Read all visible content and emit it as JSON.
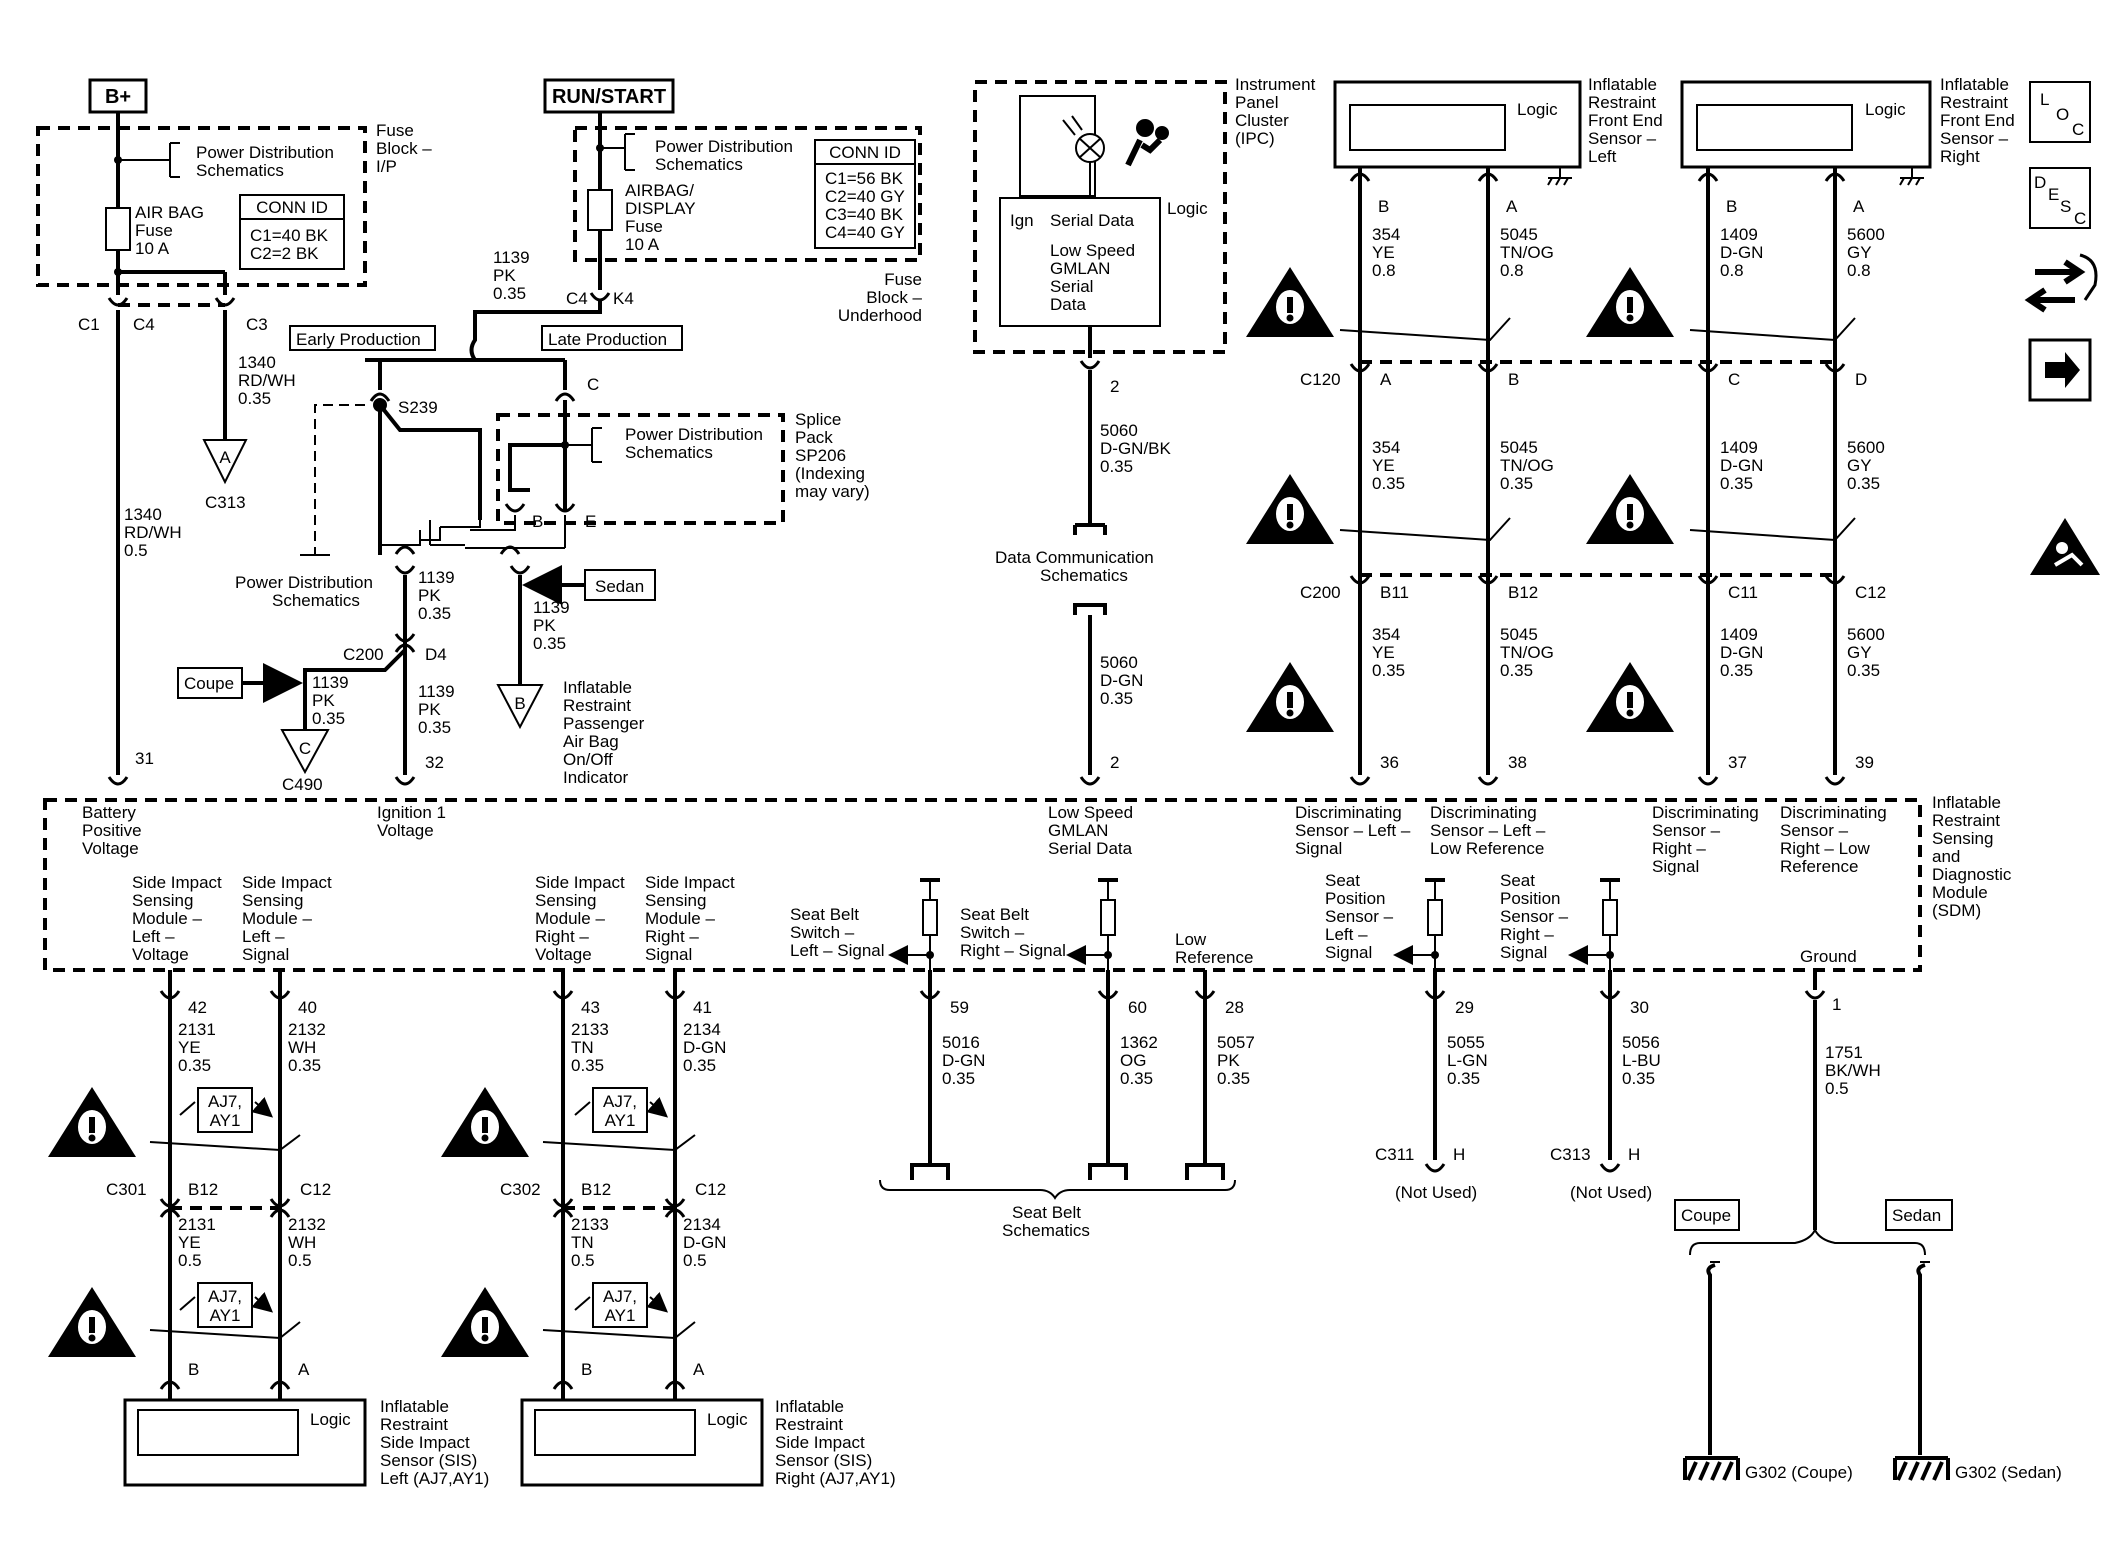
{
  "supply": {
    "bplus": "B+",
    "run_start": "RUN/START"
  },
  "fuse_ip": {
    "title": "Fuse Block – I/P",
    "pd": "Power Distribution Schematics",
    "fuse": "AIR BAG Fuse 10 A",
    "conn_title": "CONN ID",
    "conn": [
      "C1=40 BK",
      "C2=2 BK"
    ]
  },
  "fuse_uh": {
    "title": "Fuse Block – Underhood",
    "pd": "Power Distribution Schematics",
    "fuse": "AIRBAG/ DISPLAY Fuse 10 A",
    "conn_title": "CONN ID",
    "conn": [
      "C1=56 BK",
      "C2=40 GY",
      "C3=40 BK",
      "C4=40 GY"
    ]
  },
  "ipc": {
    "title": "Instrument Panel Cluster (IPC)",
    "logic": "Logic",
    "ign": "Ign",
    "serial": "Serial Data",
    "gmlan": "Low Speed GMLAN Serial Data",
    "pin": "2",
    "wire1": [
      "5060",
      "D-GN/BK",
      "0.35"
    ],
    "dcs": "Data Communication Schematics",
    "wire2": [
      "5060",
      "D-GN",
      "0.35"
    ],
    "sdm_pin": "2"
  },
  "sensors_front": {
    "left_title": "Inflatable Restraint Front End Sensor – Left",
    "right_title": "Inflatable Restraint Front End Sensor – Right",
    "logic": "Logic",
    "conns": {
      "c120": "C120",
      "c200": "C200"
    },
    "wires": [
      {
        "pin": "B",
        "c120": "A",
        "c200": "B11",
        "sdm": "36",
        "t1": [
          "354",
          "YE",
          "0.8"
        ],
        "t2": [
          "354",
          "YE",
          "0.35"
        ],
        "t3": [
          "354",
          "YE",
          "0.35"
        ]
      },
      {
        "pin": "A",
        "c120": "B",
        "c200": "B12",
        "sdm": "38",
        "t1": [
          "5045",
          "TN/OG",
          "0.8"
        ],
        "t2": [
          "5045",
          "TN/OG",
          "0.35"
        ],
        "t3": [
          "5045",
          "TN/OG",
          "0.35"
        ]
      },
      {
        "pin": "B",
        "c120": "C",
        "c200": "C11",
        "sdm": "37",
        "t1": [
          "1409",
          "D-GN",
          "0.8"
        ],
        "t2": [
          "1409",
          "D-GN",
          "0.35"
        ],
        "t3": [
          "1409",
          "D-GN",
          "0.35"
        ]
      },
      {
        "pin": "A",
        "c120": "D",
        "c200": "C12",
        "sdm": "39",
        "t1": [
          "5600",
          "GY",
          "0.8"
        ],
        "t2": [
          "5600",
          "GY",
          "0.35"
        ],
        "t3": [
          "5600",
          "GY",
          "0.35"
        ]
      }
    ]
  },
  "middle": {
    "early": "Early Production",
    "late": "Late Production",
    "wire_k4": [
      "1139",
      "PK",
      "0.35"
    ],
    "c4": "C4",
    "k4": "K4",
    "s239": "S239",
    "splice": "Splice Pack SP206 (Indexing may vary)",
    "splice_pd": "Power Distribution Schematics",
    "pins": {
      "c": "C",
      "b": "B",
      "e": "E"
    },
    "pd_left": "Power Distribution Schematics",
    "w_d4": [
      "1139",
      "PK",
      "0.35"
    ],
    "c200": "C200",
    "d4": "D4",
    "coupe": "Coupe",
    "sedan": "Sedan",
    "w_coupe": [
      "1139",
      "PK",
      "0.35"
    ],
    "w_ign": [
      "1139",
      "PK",
      "0.35"
    ],
    "w_sedan": [
      "1139",
      "PK",
      "0.35"
    ],
    "ind": "Inflatable Restraint Passenger Air Bag On/Off Indicator",
    "c490": "C490",
    "triC": "C",
    "triB": "B",
    "pin32": "32"
  },
  "left_feed": {
    "c1": "C1",
    "c4": "C4",
    "c3": "C3",
    "w_c3": [
      "1340",
      "RD/WH",
      "0.35"
    ],
    "triA": "A",
    "c313": "C313",
    "w_main": [
      "1340",
      "RD/WH",
      "0.5"
    ],
    "pin31": "31"
  },
  "sdm": {
    "title": "Inflatable Restraint Sensing and Diagnostic Module (SDM)",
    "battery": "Battery Positive Voltage",
    "ign1": "Ignition 1 Voltage",
    "gmlan": "Low Speed GMLAN Serial Data",
    "disc": [
      "Discriminating Sensor – Left – Signal",
      "Discriminating Sensor – Left – Low Reference",
      "Discriminating Sensor – Right – Signal",
      "Discriminating Sensor – Right – Low Reference"
    ],
    "sis": [
      "Side Impact Sensing Module – Left – Voltage",
      "Side Impact Sensing Module – Left – Signal",
      "Side Impact Sensing Module – Right – Voltage",
      "Side Impact Sensing Module – Right – Signal"
    ],
    "sb_left": "Seat Belt Switch – Left – Signal",
    "sb_right": "Seat Belt Switch – Right – Signal",
    "low_ref": "Low Reference",
    "seat_left": "Seat Position Sensor – Left – Signal",
    "seat_right": "Seat Position Sensor – Right – Signal",
    "ground": "Ground"
  },
  "bottom": {
    "sis_wires": [
      {
        "pin": "42",
        "w1": [
          "2131",
          "YE",
          "0.35"
        ],
        "cpin": "B12",
        "w2": [
          "2131",
          "YE",
          "0.5"
        ],
        "spin": "B"
      },
      {
        "pin": "40",
        "w1": [
          "2132",
          "WH",
          "0.35"
        ],
        "cpin": "C12",
        "w2": [
          "2132",
          "WH",
          "0.5"
        ],
        "spin": "A"
      },
      {
        "pin": "43",
        "w1": [
          "2133",
          "TN",
          "0.35"
        ],
        "cpin": "B12",
        "w2": [
          "2133",
          "TN",
          "0.5"
        ],
        "spin": "B"
      },
      {
        "pin": "41",
        "w1": [
          "2134",
          "D-GN",
          "0.35"
        ],
        "cpin": "C12",
        "w2": [
          "2134",
          "D-GN",
          "0.5"
        ],
        "spin": "A"
      }
    ],
    "c301": "C301",
    "c302": "C302",
    "option": "AJ7, AY1",
    "sis_left": "Inflatable Restraint Side Impact Sensor (SIS) Left (AJ7,AY1)",
    "sis_right": "Inflatable Restraint Side Impact Sensor (SIS) Right (AJ7,AY1)",
    "logic": "Logic",
    "sb_wires": [
      {
        "pin": "59",
        "w": [
          "5016",
          "D-GN",
          "0.35"
        ]
      },
      {
        "pin": "60",
        "w": [
          "1362",
          "OG",
          "0.35"
        ]
      },
      {
        "pin": "28",
        "w": [
          "5057",
          "PK",
          "0.35"
        ]
      }
    ],
    "sb_schem": "Seat Belt Schematics",
    "seat_wires": [
      {
        "pin": "29",
        "w": [
          "5055",
          "L-GN",
          "0.35"
        ],
        "conn": "C311",
        "cpin": "H",
        "note": "(Not Used)"
      },
      {
        "pin": "30",
        "w": [
          "5056",
          "L-BU",
          "0.35"
        ],
        "conn": "C313",
        "cpin": "H",
        "note": "(Not Used)"
      }
    ],
    "gnd_pin": "1",
    "gnd_wire": [
      "1751",
      "BK/WH",
      "0.5"
    ],
    "coupe": "Coupe",
    "sedan": "Sedan",
    "g_coupe": "G302 (Coupe)",
    "g_sedan": "G302 (Sedan)"
  },
  "nav": {
    "loc": "LOC",
    "desc": "DESC",
    "loc_icon": "loc-icon",
    "desc_icon": "desc-icon",
    "conn_icon": "connector-icon",
    "next_icon": "next-arrow-icon",
    "airbag_icon": "airbag-icon"
  }
}
